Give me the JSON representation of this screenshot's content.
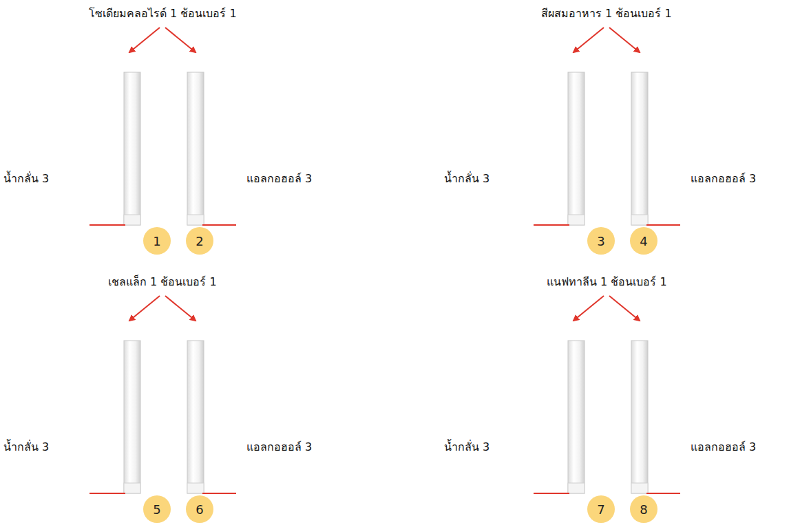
{
  "diagram": {
    "nodes": [
      {
        "text": [
          "1"
        ]
      },
      {
        "text": [
          "2"
        ]
      },
      {
        "text": [
          "3"
        ]
      },
      {
        "text": [
          "4"
        ]
      },
      {
        "text": [
          "5"
        ]
      },
      {
        "text": [
          "6"
        ]
      },
      {
        "text": [
          "7"
        ]
      },
      {
        "text": [
          "8"
        ]
      }
    ],
    "labels": [
      "โซเดียมคลอไรด์ 1 ช้อนเบอร์ 1",
      "น้ำกลั่น 3",
      "แอลกอฮอล์ 3",
      "สีผสมอาหาร 1 ช้อนเบอร์ 1",
      "น้ำกลั่น 3",
      "แอลกอฮอล์ 3",
      "เชลแล็ก 1 ช้อนเบอร์ 1",
      "น้ำกลั่น 3",
      "แอลกอฮอล์ 3",
      "แนฟทาลีน 1 ช้อนเบอร์ 1",
      "น้ำกลั่น 3",
      "แอลกอฮอล์ 3"
    ]
  }
}
